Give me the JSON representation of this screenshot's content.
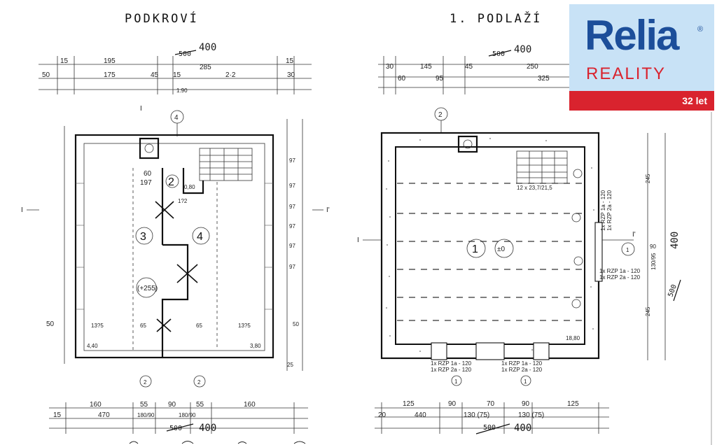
{
  "left_plan": {
    "title": "PODKROVÍ",
    "top_dims_row1": [
      "15",
      "195",
      "285",
      "15"
    ],
    "top_dims_row2": [
      "50",
      "175",
      "45",
      "15",
      "2·2",
      "30"
    ],
    "top_total": "400",
    "top_total_struck": "500",
    "bottom_dims_row1": [
      "160",
      "55",
      "90",
      "55",
      "160"
    ],
    "bottom_dims_row2": [
      "15",
      "470",
      "180/90",
      "180/90"
    ],
    "bottom_total": "400",
    "bottom_total_struck": "500",
    "left_dims": [
      "50"
    ],
    "right_dims": [
      "97",
      "97",
      "97",
      "97",
      "97",
      "97",
      "50",
      "25"
    ],
    "rooms": [
      "2",
      "3",
      "4",
      "(+255)"
    ],
    "axis_marks": [
      "4",
      "2",
      "2",
      "I",
      "I'"
    ],
    "notes": [
      "60",
      "197",
      "0,80",
      "4,40",
      "3,80",
      "13?5",
      "65",
      "65",
      "13?5",
      "1:90",
      "1?2"
    ]
  },
  "right_plan": {
    "title": "1. PODLAŽÍ",
    "top_dims_row1": [
      "30",
      "145",
      "45",
      "250"
    ],
    "top_dims_row2": [
      "60",
      "95",
      "325"
    ],
    "top_total": "400",
    "top_total_struck": "500",
    "bottom_dims_row1": [
      "125",
      "90",
      "70",
      "90",
      "125"
    ],
    "bottom_dims_row2": [
      "20",
      "440",
      "130 (75)",
      "130 (75)"
    ],
    "bottom_total": "400",
    "bottom_total_struck": "500",
    "right_dims": [
      "245",
      "90",
      "130/95",
      "245"
    ],
    "right_total": "400",
    "right_total_struck": "500",
    "rooms": [
      "1",
      "±0"
    ],
    "stair_note": "12 x 23,7/21,5",
    "area_note": "18,80",
    "door_notes": [
      "1x RZP 1a - 120",
      "1x RZP 2a - 120",
      "1x RZP 1a - 120",
      "1x RZP 2a - 120"
    ],
    "side_notes": [
      "1x RZP 1a - 120",
      "1x RZP 2a - 120",
      "1x RZP 1a - 120",
      "1x RZP 2a - 120"
    ],
    "axis_marks": [
      "1",
      "1",
      "1",
      "2",
      "I",
      "I'"
    ]
  },
  "logo": {
    "brand": "Relia",
    "subtitle": "REALITY",
    "years": "32 let",
    "registered": "®",
    "colors": {
      "blue": "#1c4e9a",
      "red": "#d9232e",
      "panel": "#c8e2f6"
    }
  }
}
